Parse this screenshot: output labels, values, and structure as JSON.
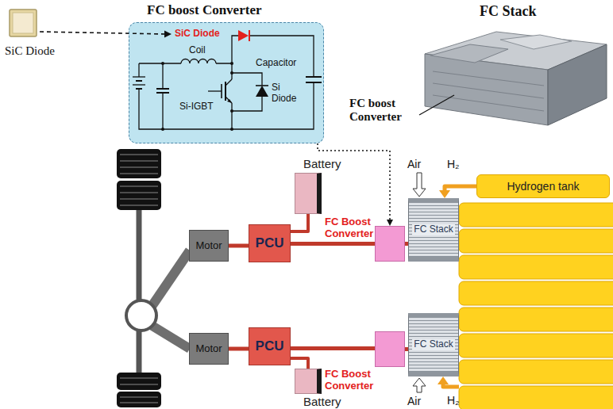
{
  "diagram": {
    "nodes": [
      {
        "text": [
          "FC boost Converter"
        ]
      },
      {
        "text": [
          "FC Stack"
        ]
      },
      {
        "text": [
          "Battery"
        ]
      },
      {
        "text": [
          "Motor"
        ]
      },
      {
        "text": [
          "PCU"
        ]
      },
      {
        "text": [
          "FC Boost Converter"
        ]
      },
      {
        "text": [
          "FC Stack"
        ]
      },
      {
        "text": [
          "Hydrogen tank"
        ]
      },
      {
        "text": [
          "Motor"
        ]
      },
      {
        "text": [
          "PCU"
        ]
      },
      {
        "text": [
          "FC Boost Converter"
        ]
      },
      {
        "text": [
          "FC Stack"
        ]
      },
      {
        "text": [
          "Battery"
        ]
      }
    ],
    "edges": [
      {
        "from": 0,
        "to": 5,
        "arrow": "to"
      },
      {
        "from": 3,
        "to": 4,
        "arrow": "none"
      },
      {
        "from": 2,
        "to": 4,
        "arrow": "none"
      },
      {
        "from": 4,
        "to": 5,
        "arrow": "none"
      },
      {
        "from": 5,
        "to": 6,
        "arrow": "none"
      },
      {
        "from": 7,
        "to": 6,
        "arrow": "to"
      },
      {
        "from": 8,
        "to": 9,
        "arrow": "none"
      },
      {
        "from": 12,
        "to": 9,
        "arrow": "none"
      },
      {
        "from": 9,
        "to": 10,
        "arrow": "none"
      },
      {
        "from": 10,
        "to": 11,
        "arrow": "none"
      }
    ],
    "labels": [
      "SiC Diode",
      "SiC Diode",
      "Coil",
      "Si-IGBT",
      "Si Diode",
      "Capacitor",
      "FC boost Converter",
      "Air",
      "H₂",
      "Air",
      "H₂"
    ]
  }
}
